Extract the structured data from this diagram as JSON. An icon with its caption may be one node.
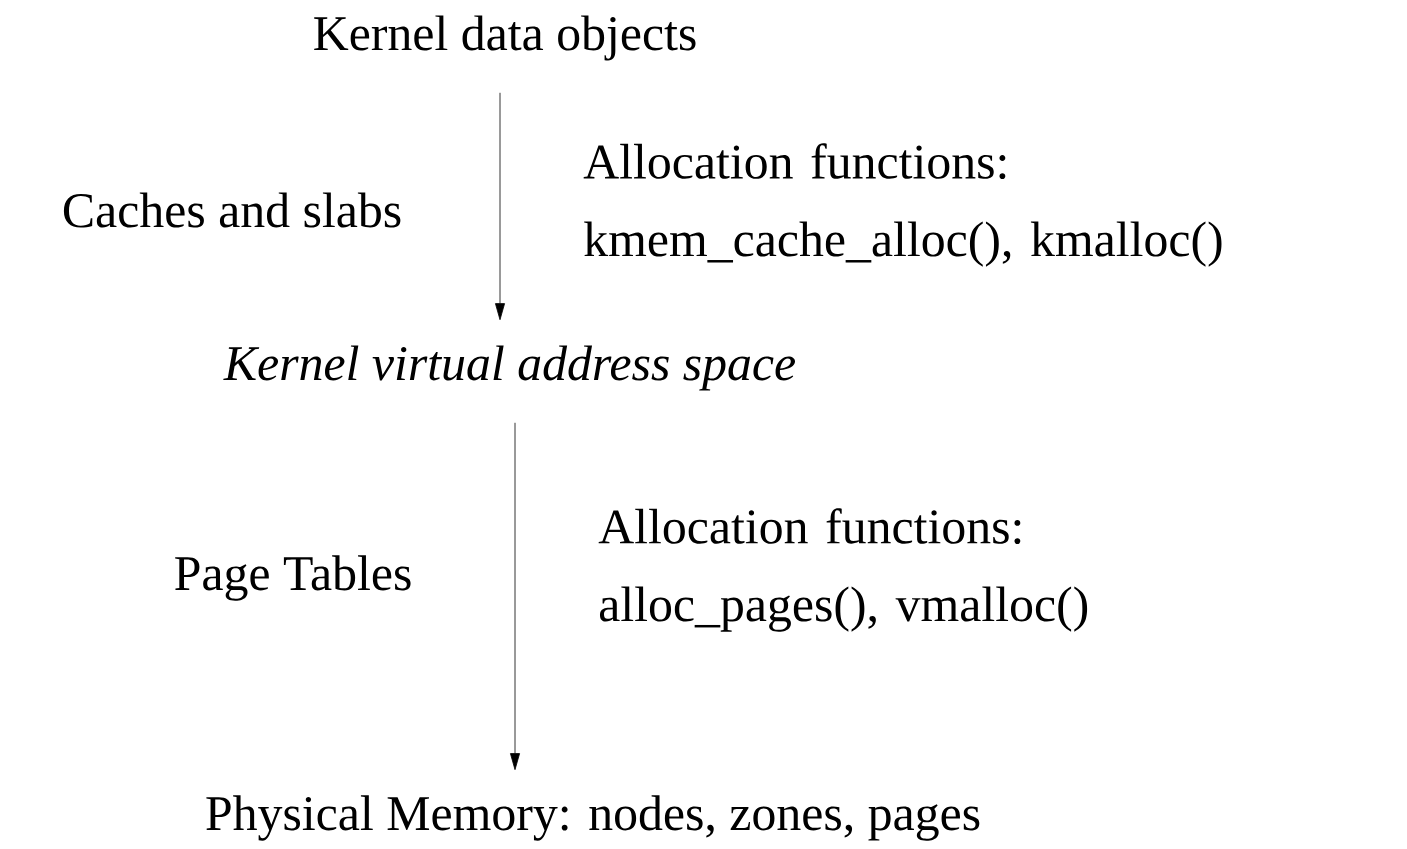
{
  "diagram": {
    "nodes": [
      {
        "text": [
          "Kernel data objects"
        ]
      },
      {
        "text": [
          "Kernel virtual address space"
        ]
      },
      {
        "text": [
          "Physical Memory: nodes, zones, pages"
        ]
      }
    ],
    "edges": [
      {
        "from": 0,
        "to": 1,
        "arrow": "to"
      },
      {
        "from": 1,
        "to": 2,
        "arrow": "to"
      }
    ],
    "labels": [
      "Caches and slabs",
      "Allocation functions: kmem_cache_alloc(), kmalloc()",
      "Page Tables",
      "Allocation functions: alloc_pages(), vmalloc()"
    ]
  }
}
